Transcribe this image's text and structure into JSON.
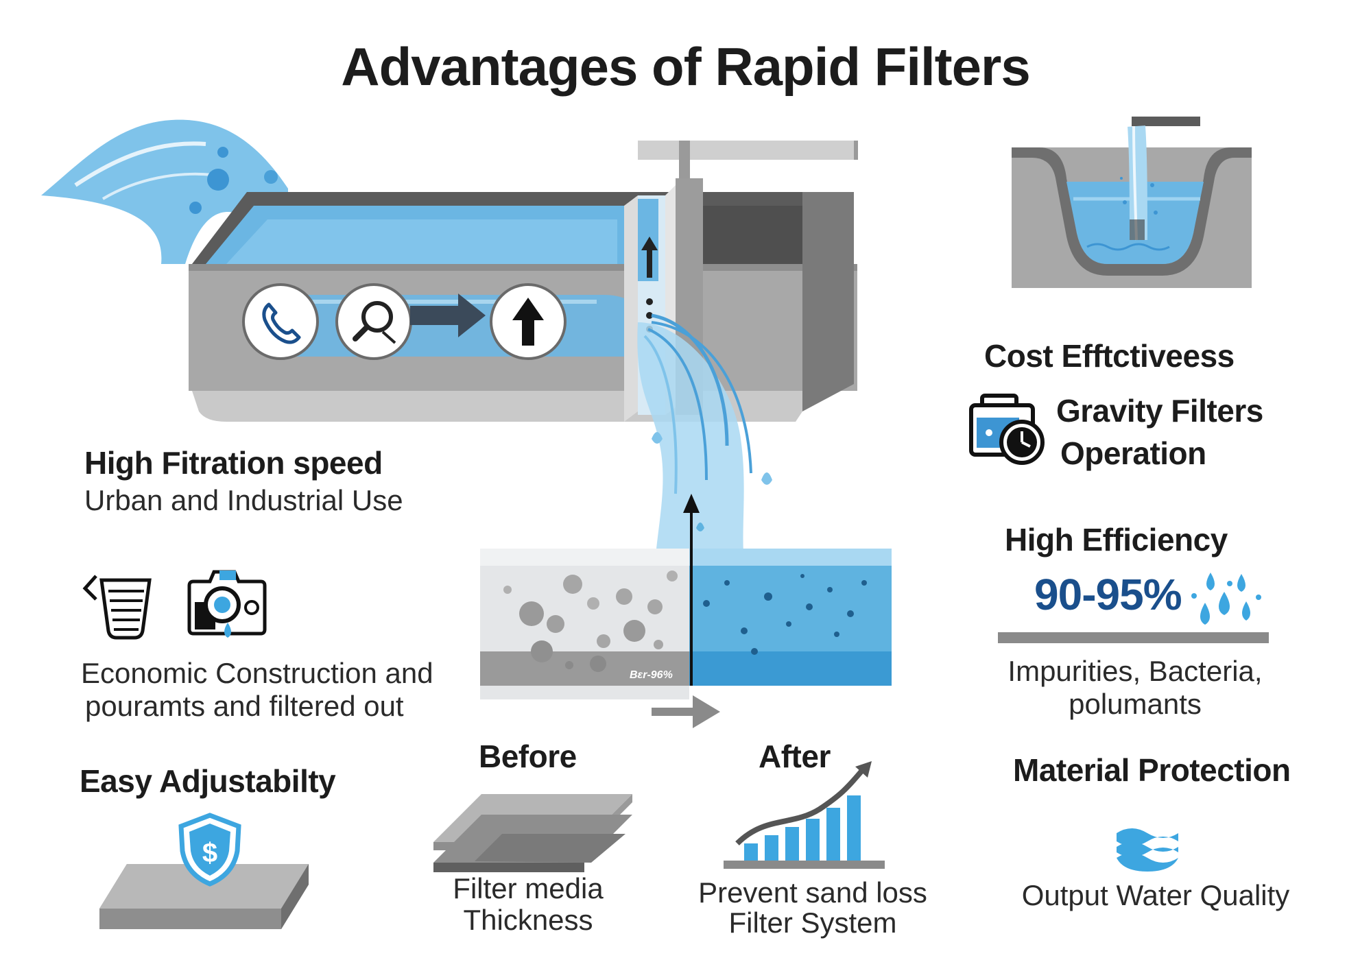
{
  "title": "Advantages of Rapid Filters",
  "features": {
    "high_filtration": {
      "heading": "High Fitration speed",
      "subtext": "Urban and Industrial Use"
    },
    "economic": {
      "line1": "Economic  Construction and",
      "line2": "pouramts and filtered out"
    },
    "easy_adjust": {
      "heading": "Easy Adjustabilty"
    },
    "cost": {
      "heading": "Cost Efftctiveess"
    },
    "gravity": {
      "line1": "Gravity Filters",
      "line2": "Operation"
    },
    "efficiency": {
      "heading": "High Efficiency",
      "percent": "90-95%",
      "line1": "Impurities, Bacteria,",
      "line2": "polumants"
    },
    "material": {
      "heading": "Material Protection",
      "caption": "Output Water Quality"
    }
  },
  "comparison": {
    "stamp": "Bεr-96%",
    "before": {
      "label": "Before",
      "line1": "Filter media",
      "line2": "Thickness"
    },
    "after": {
      "label": "After",
      "line1": "Prevent sand loss",
      "line2": "Filter System"
    }
  },
  "icons": {
    "channel": [
      "phone-icon",
      "magnifier-icon",
      "arrow-right-icon",
      "arrow-up-icon"
    ],
    "economic": [
      "filter-sheet-icon",
      "camera-droplet-icon"
    ],
    "gravity": "toolbox-clock-icon",
    "easy_adjust": "dollar-shield-icon",
    "efficiency": "droplets-icon",
    "material": "water-waves-icon"
  },
  "colors": {
    "water": "#5fb3e0",
    "water_light": "#a9d8f2",
    "concrete": "#a7a7a7",
    "concrete_dark": "#6f6f6f",
    "accent_blue": "#1a4f8c",
    "bars": "#3da6e0"
  }
}
